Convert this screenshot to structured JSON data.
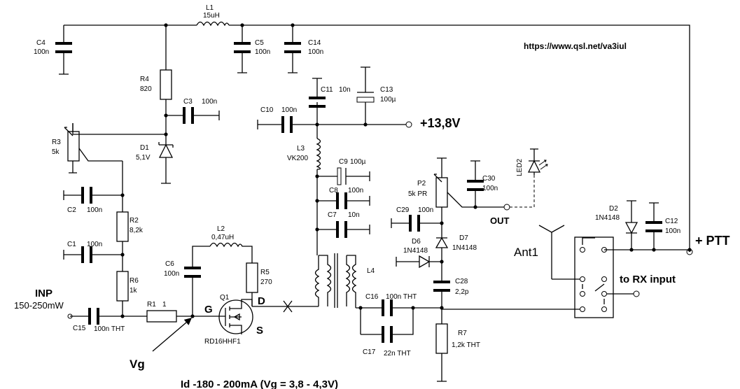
{
  "url": "https://www.qsl.net/va3iul",
  "labels": {
    "l1_ref": "L1",
    "l1_val": "15uH",
    "c4_ref": "C4",
    "c4_val": "100n",
    "c5_ref": "C5",
    "c5_val": "100n",
    "c14_ref": "C14",
    "c14_val": "100n",
    "r4_ref": "R4",
    "r4_val": "820",
    "c3_ref": "C3",
    "c3_val": "100n",
    "d1_ref": "D1",
    "d1_val": "5,1V",
    "r3_ref": "R3",
    "r3_val": "5k",
    "c2_ref": "C2",
    "c2_val": "100n",
    "r2_ref": "R2",
    "r2_val": "8,2k",
    "c1_ref": "C1",
    "c1_val": "100n",
    "r6_ref": "R6",
    "r6_val": "1k",
    "c15_ref": "C15",
    "c15_val": "100n THT",
    "r1_ref": "R1",
    "r1_val": "1",
    "l2_ref": "L2",
    "l2_val": "0,47uH",
    "c6_ref": "C6",
    "c6_val": "100n",
    "r5_ref": "R5",
    "r5_val": "270",
    "q1_ref": "Q1",
    "q1_part": "RD16HHF1",
    "gate": "G",
    "drain": "D",
    "source": "S",
    "c10_ref": "C10",
    "c10_val": "100n",
    "c11_ref": "C11",
    "c11_val": "10n",
    "c13_ref": "C13",
    "c13_val": "100µ",
    "l3_ref": "L3",
    "l3_val": "VK200",
    "c9_ref": "C9",
    "c9_val": "100µ",
    "c8_ref": "C8",
    "c8_val": "100n",
    "c7_ref": "C7",
    "c7_val": "10n",
    "l4_ref": "L4",
    "c16_ref": "C16",
    "c16_val": "100n THT",
    "c17_ref": "C17",
    "c17_val": "22n THT",
    "p2_ref": "P2",
    "p2_val": "5k PR",
    "c30_ref": "C30",
    "c30_val": "100n",
    "led2_ref": "LED2",
    "out": "OUT",
    "c29_ref": "C29",
    "c29_val": "100n",
    "d7_ref": "D7",
    "d7_val": "1N4148",
    "d6_ref": "D6",
    "d6_val": "1N4148",
    "c28_ref": "C28",
    "c28_val": "2,2p",
    "r7_ref": "R7",
    "r7_val": "1,2k THT",
    "d2_ref": "D2",
    "d2_val": "1N4148",
    "c12_ref": "C12",
    "c12_val": "100n",
    "ant": "Ant1",
    "ptt": "+ PTT",
    "rx": "to RX input",
    "supply": "+13,8V",
    "inp": "INP",
    "inp_power": "150-250mW",
    "vg": "Vg",
    "bias_note": "Id -180 - 200mA (Vg = 3,8 - 4,3V)"
  }
}
